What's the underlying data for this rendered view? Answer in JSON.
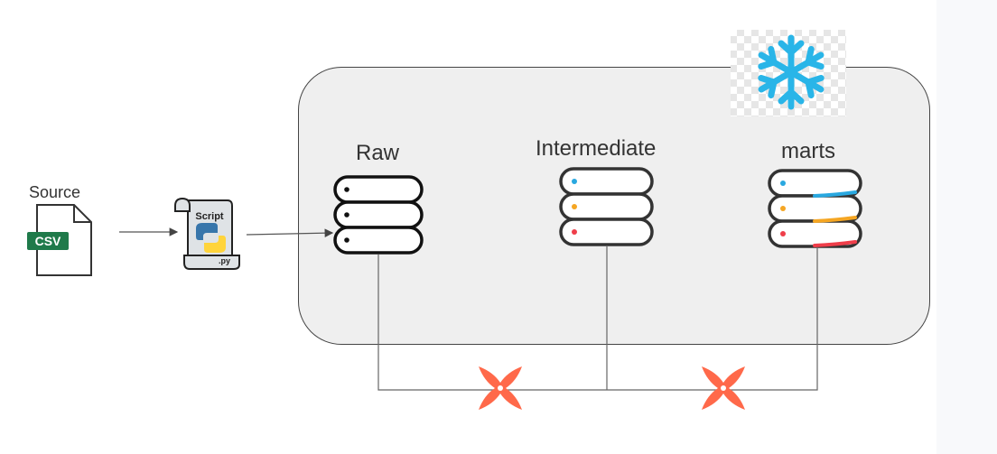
{
  "source": {
    "label": "Source",
    "badge": "CSV"
  },
  "script": {
    "label": "Script",
    "extension": ".py"
  },
  "layers": {
    "raw": "Raw",
    "intermediate": "Intermediate",
    "marts": "marts"
  },
  "icons": {
    "source_file": "csv-file-icon",
    "script": "python-script-icon",
    "warehouse": "snowflake-icon",
    "transform": "dbt-icon",
    "database": "database-icon"
  },
  "colors": {
    "csv_badge": "#1f7a4a",
    "snowflake": "#29b5e8",
    "dbt": "#ff694a",
    "dot_blue": "#29a8e0",
    "dot_orange": "#f5a623",
    "dot_red": "#ef3e4a",
    "warehouse_fill": "#efefef"
  }
}
